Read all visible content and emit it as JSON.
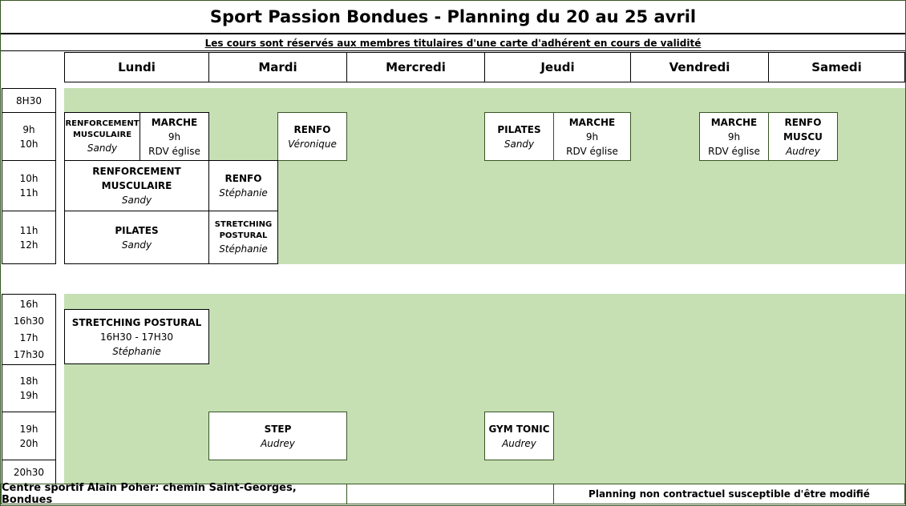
{
  "title": "Sport Passion Bondues - Planning du 20 au 25 avril",
  "subtitle": "Les cours sont réservés aux membres titulaires d'une carte d'adhérent en cours de validité",
  "days": [
    "Lundi",
    "Mardi",
    "Mercredi",
    "Jeudi",
    "Vendredi",
    "Samedi"
  ],
  "times": {
    "t830": "8H30",
    "t9": "9h",
    "t10a": "10h",
    "t10": "10h",
    "t11a": "11h",
    "t11": "11h",
    "t12": "12h",
    "t16": "16h",
    "t1630": "16h30",
    "t17": "17h",
    "t1730": "17h30",
    "t18": "18h",
    "t19a": "19h",
    "t19": "19h",
    "t20": "20h",
    "t2030": "20h30"
  },
  "events": {
    "lun_renfo1": {
      "name": "RENFORCEMENT MUSCULAIRE",
      "coach": "Sandy"
    },
    "lun_marche": {
      "name": "MARCHE",
      "time": "9h",
      "place": "RDV église"
    },
    "mar_renfo_v": {
      "name": "RENFO",
      "coach": "Véronique"
    },
    "lun_renfo2": {
      "name": "RENFORCEMENT MUSCULAIRE",
      "coach": "Sandy"
    },
    "mar_renfo_s": {
      "name": "RENFO",
      "coach": "Stéphanie"
    },
    "lun_pilates": {
      "name": "PILATES",
      "coach": "Sandy"
    },
    "mar_stretch": {
      "name": "STRETCHING POSTURAL",
      "coach": "Stéphanie"
    },
    "jeu_pilates": {
      "name": "PILATES",
      "coach": "Sandy"
    },
    "jeu_marche": {
      "name": "MARCHE",
      "time": "9h",
      "place": "RDV église"
    },
    "ven_marche": {
      "name": "MARCHE",
      "time": "9h",
      "place": "RDV église"
    },
    "sam_renfo": {
      "name": "RENFO MUSCU",
      "coach": "Audrey"
    },
    "lun_stretch": {
      "name": "STRETCHING POSTURAL",
      "time": "16H30 - 17H30",
      "coach": "Stéphanie"
    },
    "mar_step": {
      "name": "STEP",
      "coach": "Audrey"
    },
    "jeu_gym": {
      "name": "GYM TONIC",
      "coach": "Audrey"
    }
  },
  "footer": {
    "address": "Centre sportif Alain Poher: chemin Saint-Georges, Bondues",
    "middle": "",
    "note": "Planning non contractuel susceptible d'être modifié"
  }
}
